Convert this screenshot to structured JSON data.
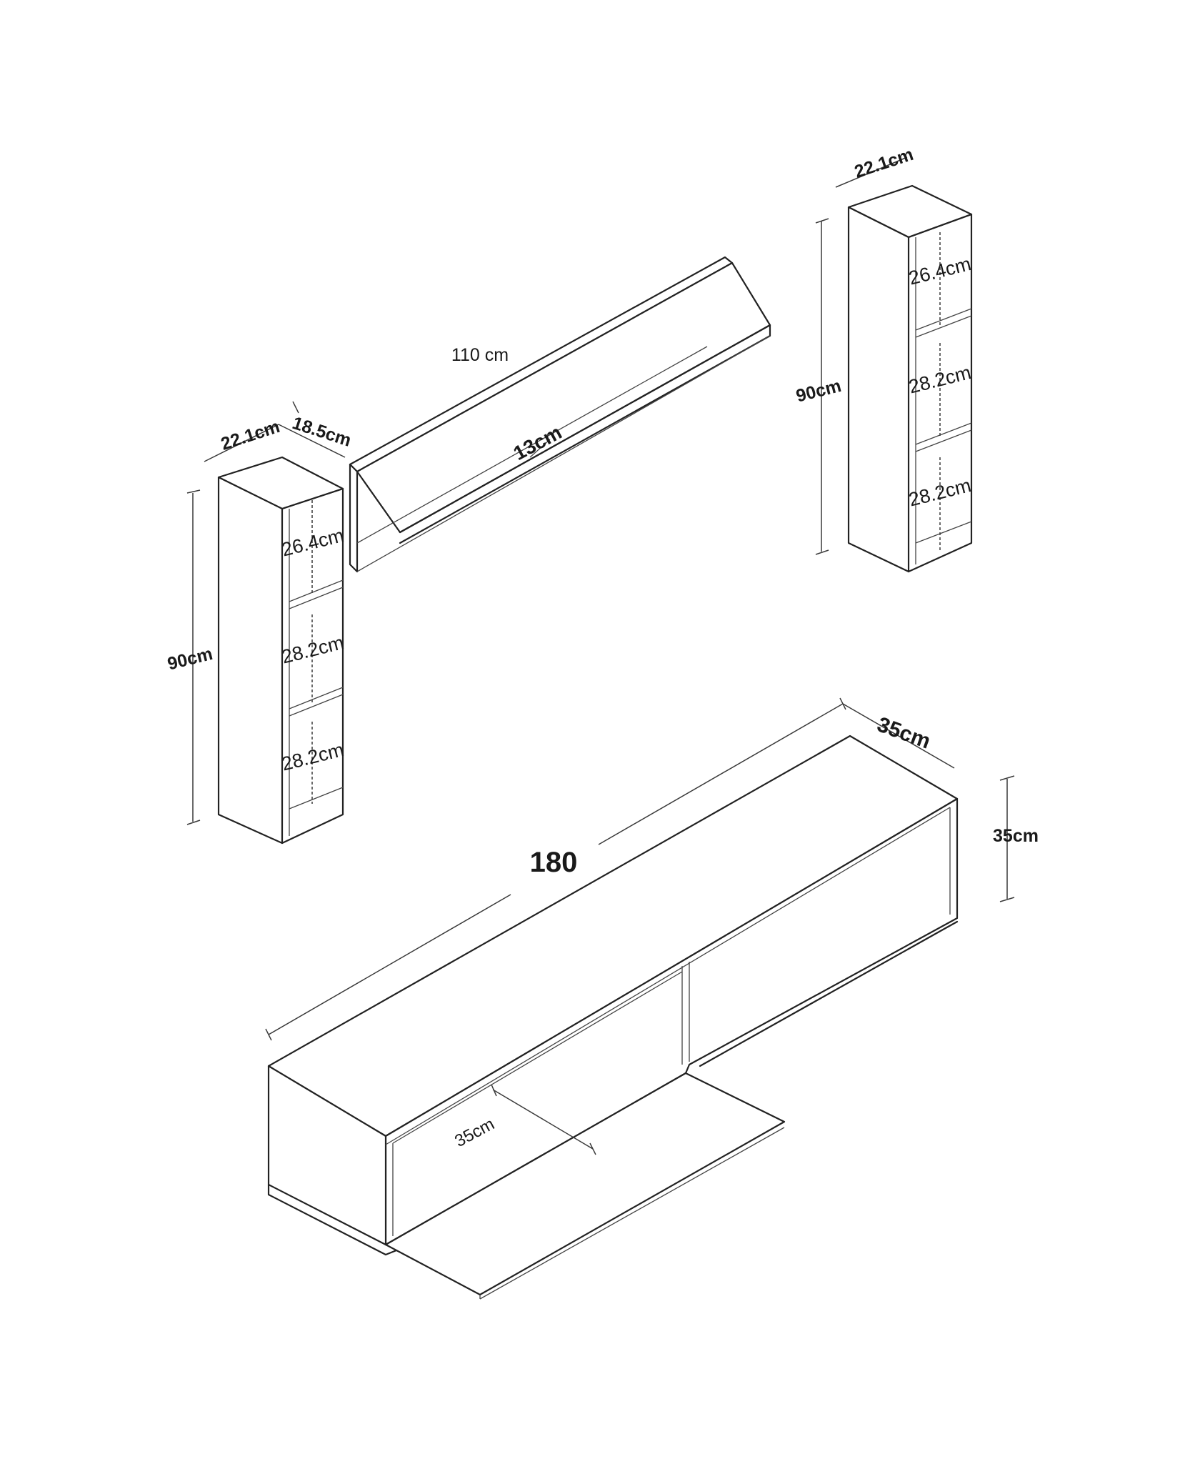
{
  "figure": {
    "shelf": {
      "length": "110 cm",
      "depth": "13cm"
    },
    "left_unit": {
      "width": "22.1cm",
      "depth": "18.5cm",
      "height": "90cm",
      "compartments": [
        "26.4cm",
        "28.2cm",
        "28.2cm"
      ]
    },
    "right_unit": {
      "width": "22.1cm",
      "height": "90cm",
      "compartments": [
        "26.4cm",
        "28.2cm",
        "28.2cm"
      ]
    },
    "tv_unit": {
      "length": "180",
      "depth": "35cm",
      "height": "35cm",
      "flap": "35cm"
    }
  },
  "colors": {
    "line": "#222222",
    "background": "#ffffff"
  }
}
